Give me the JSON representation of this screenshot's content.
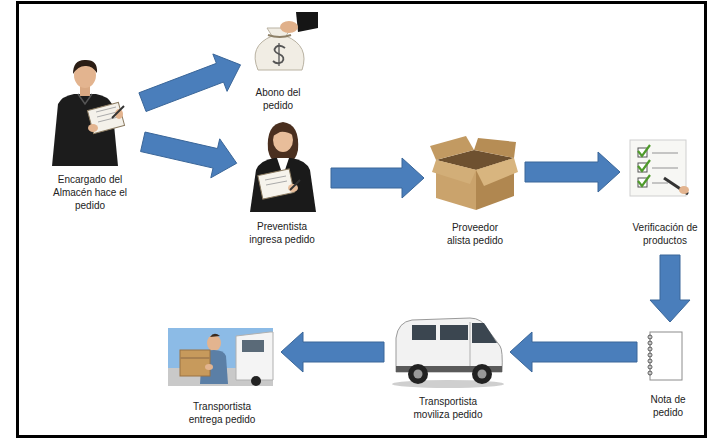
{
  "diagram": {
    "nodes": [
      {
        "text": [
          "Encargado del Almacén hace el pedido"
        ]
      },
      {
        "text": [
          "Abono del pedido"
        ]
      },
      {
        "text": [
          "Preventista ingresa pedido"
        ]
      },
      {
        "text": [
          "Proveedor alista pedido"
        ]
      },
      {
        "text": [
          "Verificación de productos"
        ]
      },
      {
        "text": [
          "Nota de pedido"
        ]
      },
      {
        "text": [
          "Transportista moviliza pedido"
        ]
      },
      {
        "text": [
          "Transportista entrega pedido"
        ]
      }
    ],
    "edges": [
      {
        "from": 0,
        "to": 1,
        "arrow": "to"
      },
      {
        "from": 0,
        "to": 2,
        "arrow": "to"
      },
      {
        "from": 2,
        "to": 3,
        "arrow": "to"
      },
      {
        "from": 3,
        "to": 4,
        "arrow": "to"
      },
      {
        "from": 4,
        "to": 5,
        "arrow": "to"
      },
      {
        "from": 5,
        "to": 6,
        "arrow": "to"
      },
      {
        "from": 6,
        "to": 7,
        "arrow": "to"
      }
    ]
  }
}
